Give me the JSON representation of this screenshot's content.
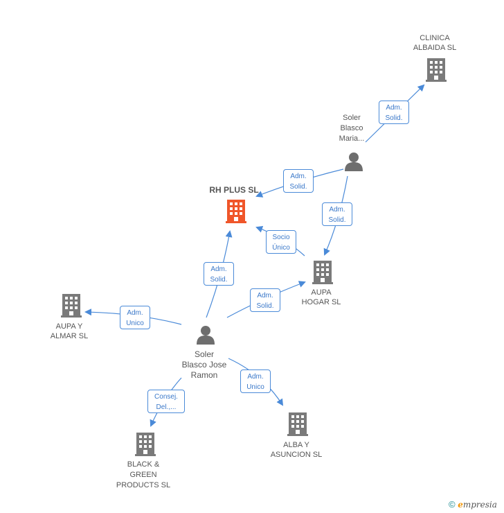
{
  "colors": {
    "company": "#7a7a7a",
    "focus_company": "#f0562a",
    "person": "#6e6e6e",
    "edge": "#4a8ad8"
  },
  "nodes": {
    "clinica": {
      "label": "CLINICA\nALBAIDA SL",
      "type": "company"
    },
    "maria": {
      "label": "Soler\nBlasco\nMaria...",
      "type": "person"
    },
    "rhplus": {
      "label": "RH PLUS SL",
      "type": "company",
      "focus": true
    },
    "aupa_hogar": {
      "label": "AUPA\nHOGAR SL",
      "type": "company"
    },
    "aupa_almar": {
      "label": "AUPA Y\nALMAR SL",
      "type": "company"
    },
    "jose": {
      "label": "Soler\nBlasco Jose\nRamon",
      "type": "person"
    },
    "black_green": {
      "label": "BLACK &\nGREEN\nPRODUCTS SL",
      "type": "company"
    },
    "alba": {
      "label": "ALBA Y\nASUNCION SL",
      "type": "company"
    }
  },
  "edges": {
    "maria_clinica": "Adm.\nSolid.",
    "maria_rhplus": "Adm.\nSolid.",
    "maria_aupa_hogar": "Adm.\nSolid.",
    "aupa_hogar_rhplus": "Socio\nÚnico",
    "jose_rhplus": "Adm.\nSolid.",
    "jose_aupa_hogar": "Adm.\nSolid.",
    "jose_aupa_almar": "Adm.\nUnico",
    "jose_alba": "Adm.\nUnico",
    "jose_black_green": "Consej.\nDel.,..."
  },
  "footer": {
    "copyright": "©",
    "brand_e": "e",
    "brand_rest": "mpresia"
  }
}
